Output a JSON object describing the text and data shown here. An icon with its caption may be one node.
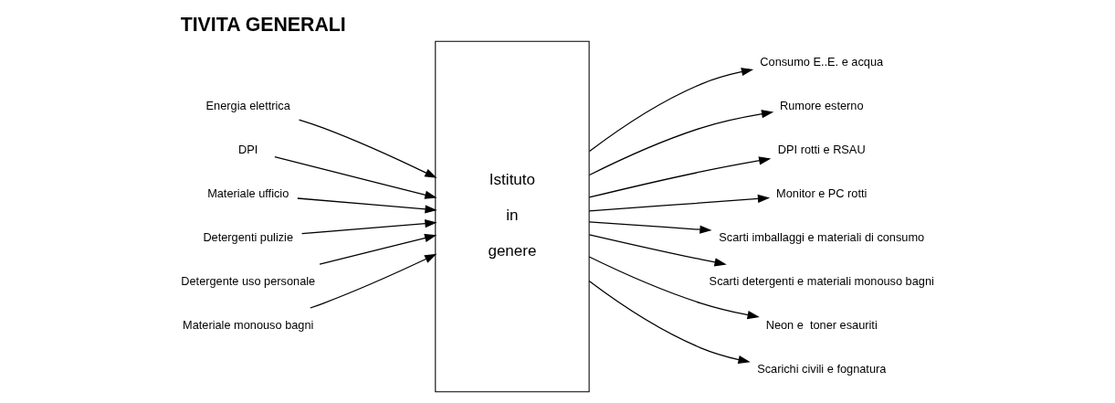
{
  "diagram": {
    "title": "TIVITA GENERALI",
    "nodes": [
      {
        "text": [
          "Energia elettrica"
        ]
      },
      {
        "text": [
          "DPI"
        ]
      },
      {
        "text": [
          "Materiale ufficio"
        ]
      },
      {
        "text": [
          "Detergenti pulizie"
        ]
      },
      {
        "text": [
          "Detergente uso personale"
        ]
      },
      {
        "text": [
          "Materiale monouso bagni"
        ]
      },
      {
        "text": [
          "Istituto in genere"
        ]
      },
      {
        "text": [
          "Consumo E..E. e acqua"
        ]
      },
      {
        "text": [
          "Rumore esterno"
        ]
      },
      {
        "text": [
          "DPI rotti e RSAU"
        ]
      },
      {
        "text": [
          "Monitor e PC rotti"
        ]
      },
      {
        "text": [
          "Scarti imballaggi e materiali di consumo"
        ]
      },
      {
        "text": [
          "Scarti detergenti e materiali monouso bagni"
        ]
      },
      {
        "text": [
          "Neon e  toner esauriti"
        ]
      },
      {
        "text": [
          "Scarichi civili e fognatura"
        ]
      }
    ],
    "edges": [
      {
        "from": 0,
        "to": 6,
        "arrow": "to"
      },
      {
        "from": 1,
        "to": 6,
        "arrow": "to"
      },
      {
        "from": 2,
        "to": 6,
        "arrow": "to"
      },
      {
        "from": 3,
        "to": 6,
        "arrow": "to"
      },
      {
        "from": 4,
        "to": 6,
        "arrow": "to"
      },
      {
        "from": 5,
        "to": 6,
        "arrow": "to"
      },
      {
        "from": 6,
        "to": 7,
        "arrow": "to"
      },
      {
        "from": 6,
        "to": 8,
        "arrow": "to"
      },
      {
        "from": 6,
        "to": 9,
        "arrow": "to"
      },
      {
        "from": 6,
        "to": 10,
        "arrow": "to"
      },
      {
        "from": 6,
        "to": 11,
        "arrow": "to"
      },
      {
        "from": 6,
        "to": 12,
        "arrow": "to"
      },
      {
        "from": 6,
        "to": 13,
        "arrow": "to"
      },
      {
        "from": 6,
        "to": 14,
        "arrow": "to"
      }
    ]
  }
}
